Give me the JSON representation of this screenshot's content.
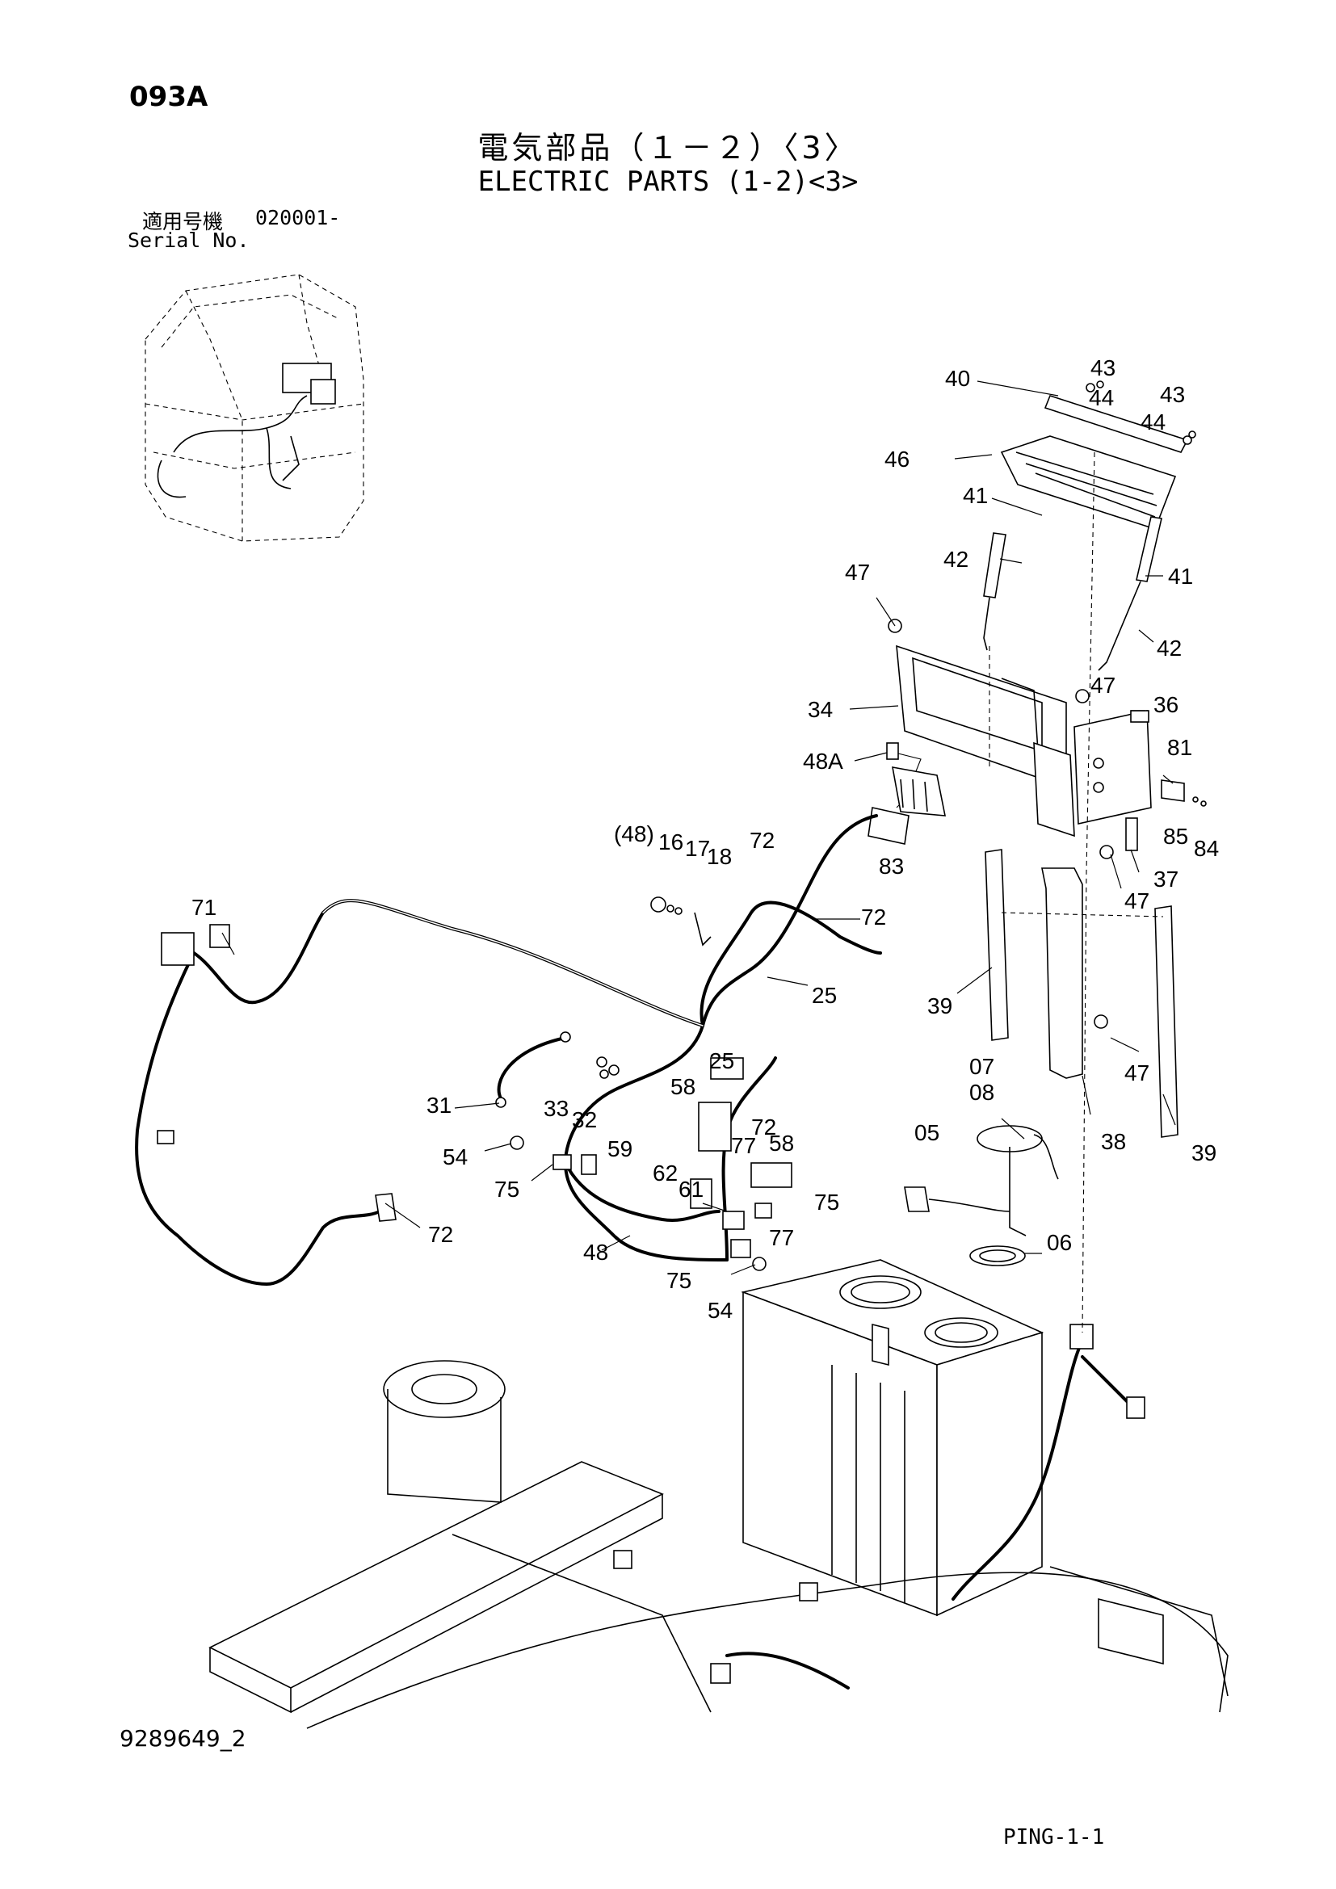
{
  "header": {
    "page_code": "093A",
    "title_jp": "電気部品（１－２）〈3〉",
    "title_en": "ELECTRIC PARTS (1-2)<3>",
    "serial_label_jp": "適用号機",
    "serial_value": "020001-",
    "serial_label_en": "Serial No."
  },
  "footer": {
    "document_number": "9289649_2",
    "page_reference": "PING-1-1"
  },
  "callouts": [
    "40",
    "43",
    "44",
    "43",
    "44",
    "46",
    "41",
    "42",
    "41",
    "42",
    "47",
    "47",
    "36",
    "34",
    "48A",
    "81",
    "85",
    "84",
    "37",
    "47",
    "(48)",
    "16",
    "17",
    "18",
    "72",
    "83",
    "71",
    "72",
    "25",
    "39",
    "47",
    "39",
    "38",
    "07",
    "08",
    "05",
    "06",
    "31",
    "33",
    "32",
    "58",
    "25",
    "72",
    "54",
    "59",
    "77",
    "58",
    "75",
    "62",
    "61",
    "75",
    "77",
    "72",
    "48",
    "75",
    "54"
  ]
}
